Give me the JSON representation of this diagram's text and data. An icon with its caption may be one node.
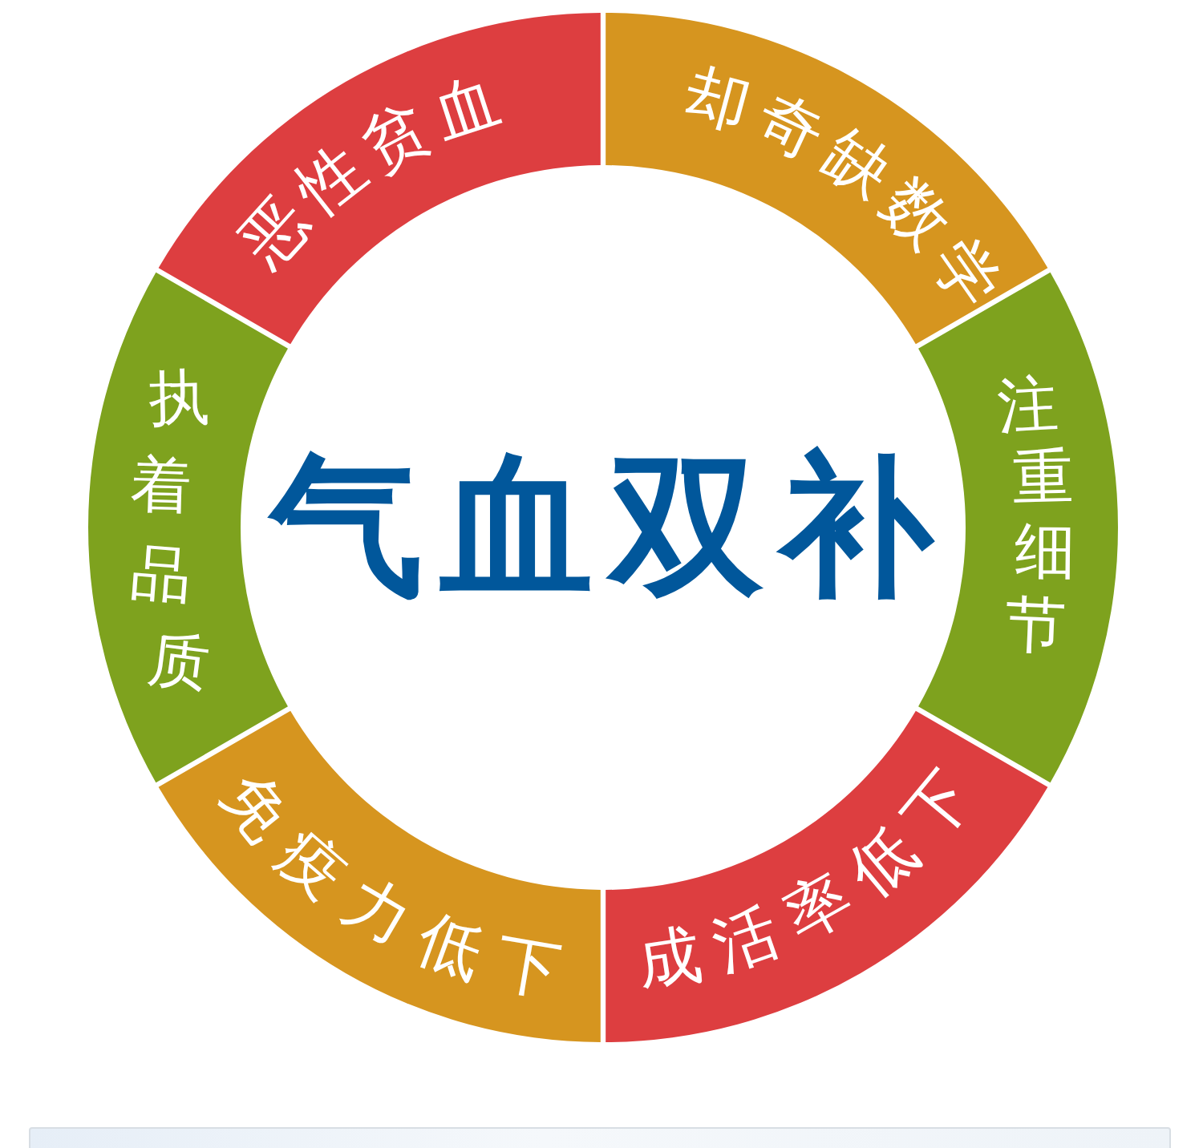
{
  "diagram": {
    "nodes": [
      {
        "text": [
          "气血双补"
        ]
      },
      {
        "text": [
          "恶性贫血"
        ]
      },
      {
        "text": [
          "却奇缺数学"
        ]
      },
      {
        "text": [
          "注重细节"
        ]
      },
      {
        "text": [
          "成活率低下"
        ]
      },
      {
        "text": [
          "免疫力低下"
        ]
      },
      {
        "text": [
          "执着品质"
        ]
      }
    ]
  }
}
